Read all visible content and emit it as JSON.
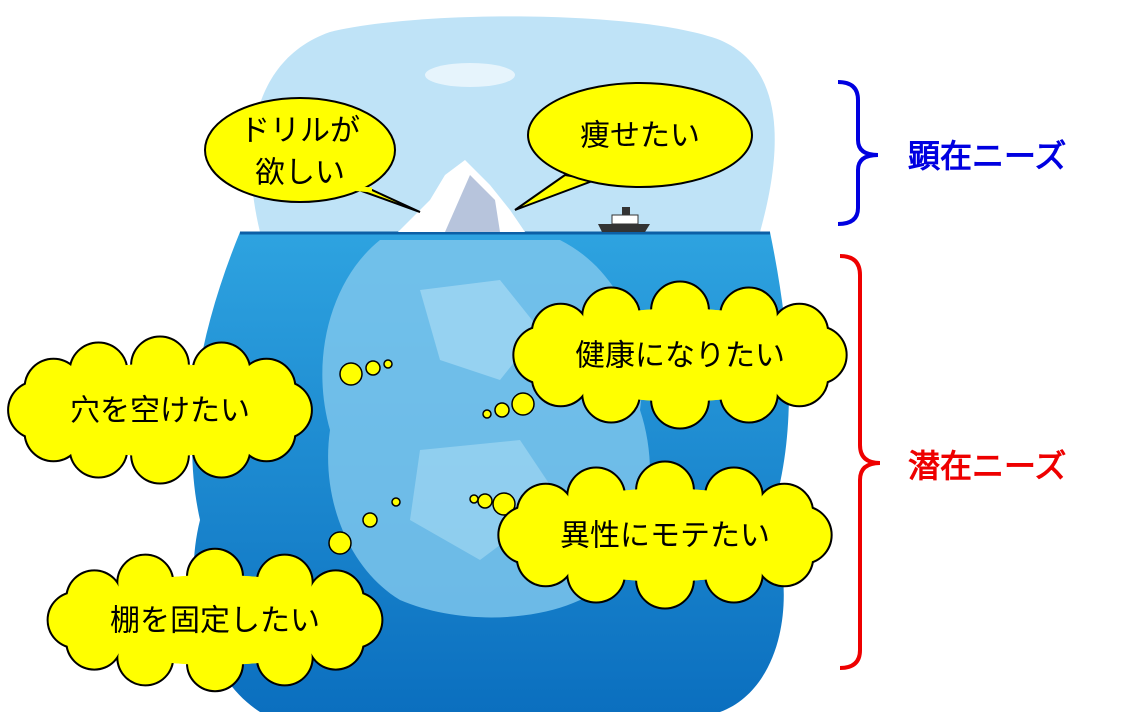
{
  "colors": {
    "sky": "#bfe3f7",
    "water": "#1e90d6",
    "bubble_fill": "#ffff00",
    "explicit": "#0000e0",
    "latent": "#ee0000"
  },
  "explicit_needs": {
    "label": "顕在ニーズ",
    "bubbles": [
      {
        "line1": "ドリルが",
        "line2": "欲しい"
      },
      {
        "text": "痩せたい"
      }
    ]
  },
  "latent_needs": {
    "label": "潜在ニーズ",
    "clouds": [
      {
        "text": "穴を空けたい"
      },
      {
        "text": "健康になりたい"
      },
      {
        "text": "異性にモテたい"
      },
      {
        "text": "棚を固定したい"
      }
    ]
  }
}
